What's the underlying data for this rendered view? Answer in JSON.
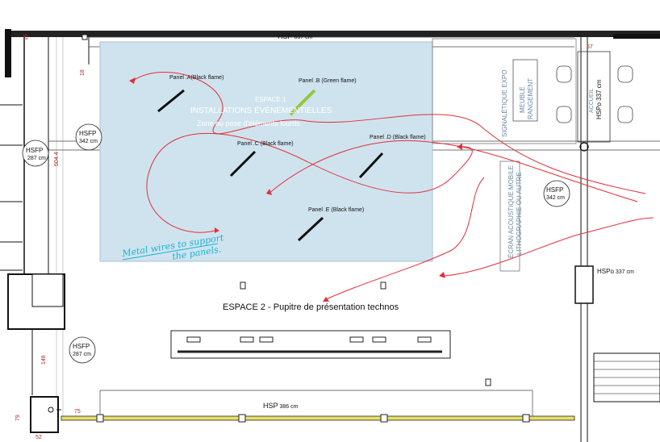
{
  "zones": {
    "espace1_line1": "ESPACE 1",
    "espace1_line2": "INSTALLATIONS ÉVÉNEMENTIELLES",
    "espace1_line3": "Zone ou pose d'éléments lourds",
    "espace2": "ESPACE 2 - Pupitre de présentation technos"
  },
  "panels": [
    {
      "label": "Panel .A(Black flame)",
      "color": "#111111"
    },
    {
      "label": "Panel .B (Green flame)",
      "color": "#9ac43a"
    },
    {
      "label": "Panel .C (Black flame)",
      "color": "#111111"
    },
    {
      "label": "Panel .D (Black flame)",
      "color": "#111111"
    },
    {
      "label": "Panel .E (Black flame)",
      "color": "#111111"
    }
  ],
  "heights": {
    "hsp_top": "HSP",
    "hsp_top_val": "637 cm",
    "hsp_bottom": "HSP",
    "hsp_bottom_val": "386 cm",
    "hsfp_left": "HSFP",
    "hsfp_left_val": "287 cm",
    "hsfp_inner_left": "HSFP",
    "hsfp_inner_left_val": "342 cm",
    "hsfp_right": "HSFP",
    "hsfp_right_val": "342 cm",
    "hsfp_bottom_left": "HSFP",
    "hsfp_bottom_left_val": "287 cm",
    "hspo_right": "HSPo",
    "hspo_right_val": "337 cm",
    "hspo_vertical": "HSPo 337 cm"
  },
  "dimensions": {
    "d15": "15",
    "d18": "18",
    "d57": "57",
    "d504": "504.4",
    "d148": "148",
    "d79": "79",
    "d75": "75",
    "d52": "52"
  },
  "furniture": {
    "signaletique": "SIGNALÉTIQUE",
    "expo": "EXPO",
    "meuble": "MEUBLE",
    "rangement": "RANGEMENT",
    "ecran1": "ÉCRAN ACOUSTIQUE MOBILE",
    "ecran2": "LITHOGRAPHIE OU AUTRE",
    "accueil": "ACCUEIL"
  },
  "annotation": {
    "line1": "Metal wires to support",
    "line2": "the panels."
  },
  "colors": {
    "zone_fill": "#cfe3ee",
    "path_red": "#e0303a",
    "hand_cyan": "#17b3d6",
    "dim_red": "#b02a2a"
  }
}
